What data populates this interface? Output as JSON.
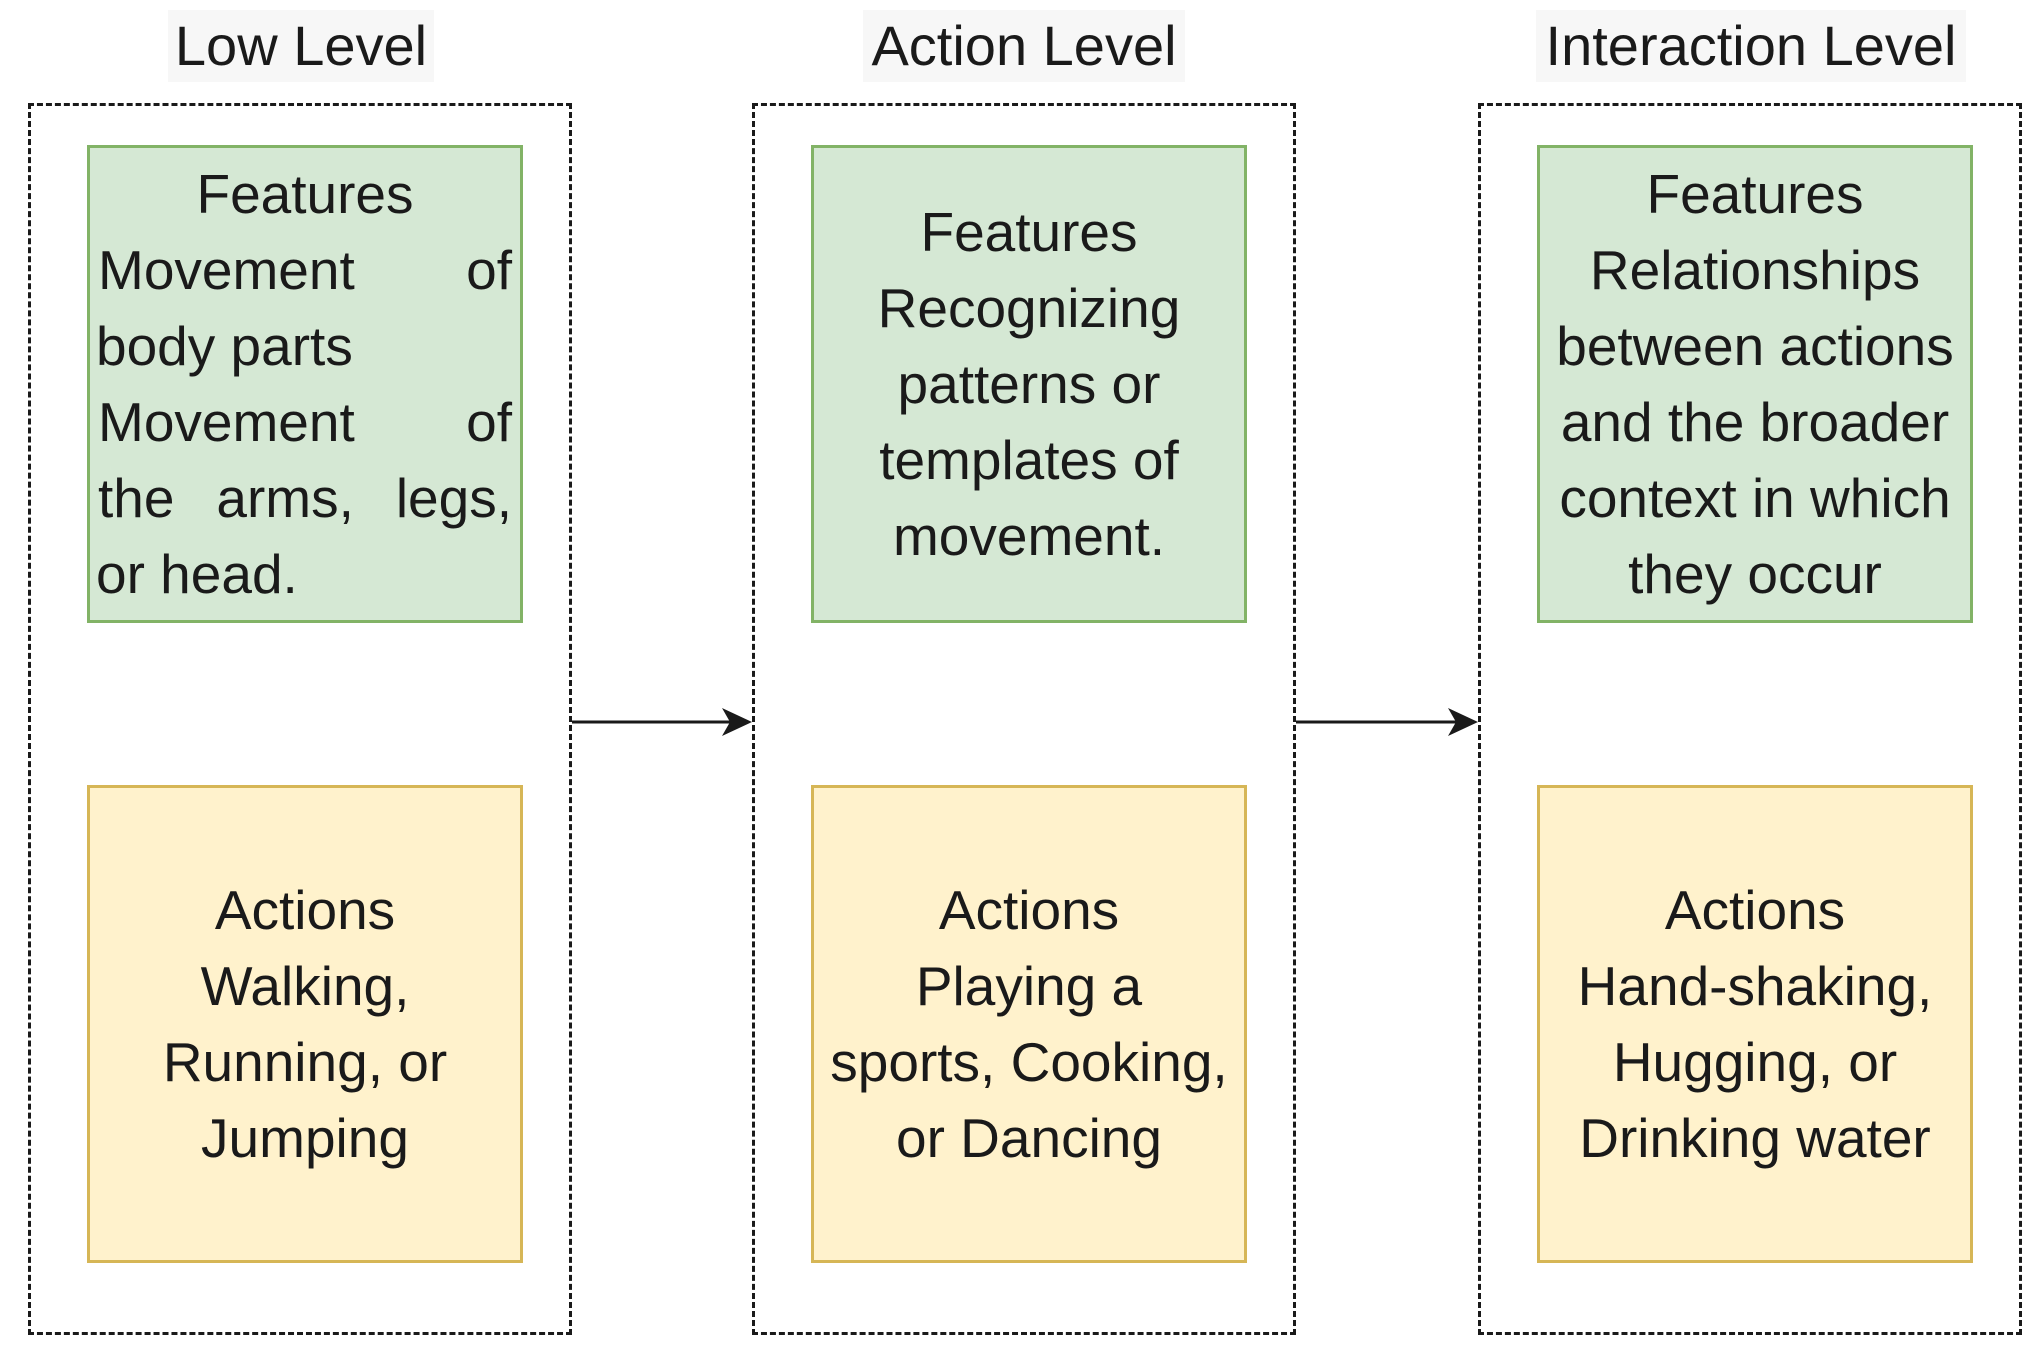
{
  "levels": [
    {
      "title": "Low Level",
      "features": {
        "heading": "Features",
        "lines": [
          "Movement of",
          "body parts",
          "Movement of",
          "the arms, legs,",
          "or head."
        ]
      },
      "actions": {
        "heading": "Actions",
        "lines": [
          "Walking,",
          "Running, or",
          "Jumping"
        ]
      }
    },
    {
      "title": "Action Level",
      "features": {
        "heading": "Features",
        "lines": [
          "Recognizing",
          "patterns or",
          "templates of",
          "movement."
        ]
      },
      "actions": {
        "heading": "Actions",
        "lines": [
          "Playing a",
          "sports, Cooking,",
          "or Dancing"
        ]
      }
    },
    {
      "title": "Interaction Level",
      "features": {
        "heading": "Features",
        "lines": [
          "Relationships",
          "between actions",
          "and the broader",
          "context in which",
          "they occur"
        ]
      },
      "actions": {
        "heading": "Actions",
        "lines": [
          "Hand-shaking,",
          "Hugging, or",
          "Drinking water"
        ]
      }
    }
  ],
  "colors": {
    "features_fill": "#d5e8d4",
    "features_border": "#82b366",
    "actions_fill": "#fff2cc",
    "actions_border": "#d6b656",
    "stroke": "#1a1a1a"
  }
}
